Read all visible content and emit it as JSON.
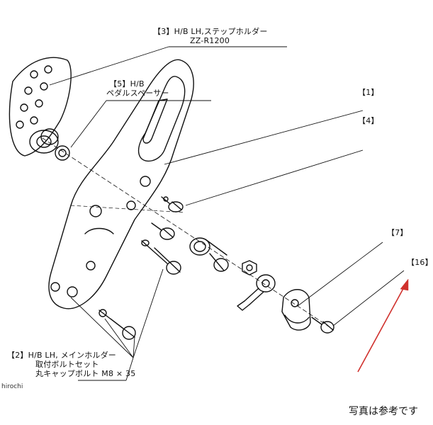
{
  "labels": {
    "part3": {
      "line1": "【3】H/B LH,ステップホルダー",
      "line2": "ZZ-R1200"
    },
    "part5": {
      "line1": "【5】H/B",
      "line2": "ペダルスペーサー"
    },
    "part1": "【1】",
    "part4": "【4】",
    "part7": "【7】",
    "part16": "【16】",
    "part2": {
      "line1": "【2】H/B LH, メインホルダー",
      "line2": "取付ボルトセット",
      "line3": "丸キャップボルト M8 × 35"
    }
  },
  "watermark": "hirochi",
  "note": "写真は参考です",
  "colors": {
    "line": "#111111",
    "arrow": "#d0312d",
    "background": "#ffffff"
  }
}
